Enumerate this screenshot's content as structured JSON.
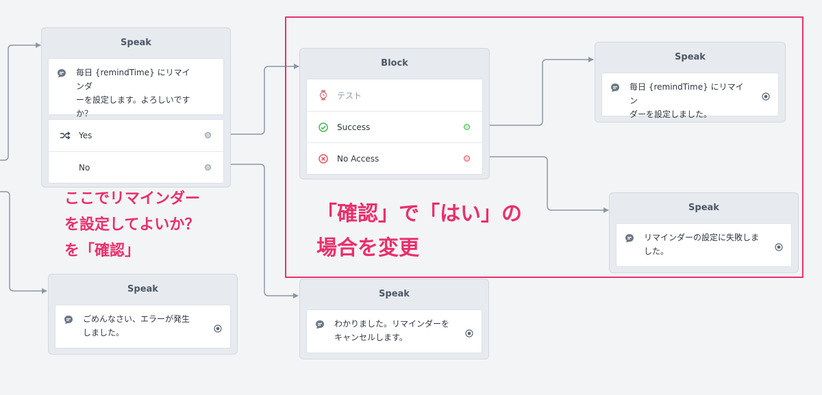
{
  "colors": {
    "accent": "#ea2f6b",
    "connector": "#8b96a4",
    "node_bg": "#e7eaef",
    "success": "#3bb54a",
    "error": "#e34d5a"
  },
  "nodes": {
    "speak_confirm": {
      "title": "Speak",
      "message": "毎日 {remindTime} にリマインダ\nーを設定します。よろしいです\nか？",
      "options": [
        {
          "label": "Yes",
          "icon": "shuffle-icon"
        },
        {
          "label": "No",
          "icon": ""
        }
      ]
    },
    "block": {
      "title": "Block",
      "rows": [
        {
          "label": "テスト",
          "icon": "watch-icon"
        },
        {
          "label": "Success",
          "icon": "check-circle-icon"
        },
        {
          "label": "No Access",
          "icon": "x-circle-icon"
        }
      ]
    },
    "speak_success": {
      "title": "Speak",
      "message": "毎日 {remindTime} にリマイン\nダーを設定しました。"
    },
    "speak_fail": {
      "title": "Speak",
      "message": "リマインダーの設定に失敗しま\nした。"
    },
    "speak_error": {
      "title": "Speak",
      "message": "ごめんなさい、エラーが発生\nしました。"
    },
    "speak_cancel": {
      "title": "Speak",
      "message": "わかりました。リマインダーを\nキャンセルします。"
    }
  },
  "annotations": {
    "left": "ここでリマインダー\nを設定してよいか？\nを「確認」",
    "box": "「確認」で「はい」の\n場合を変更"
  }
}
